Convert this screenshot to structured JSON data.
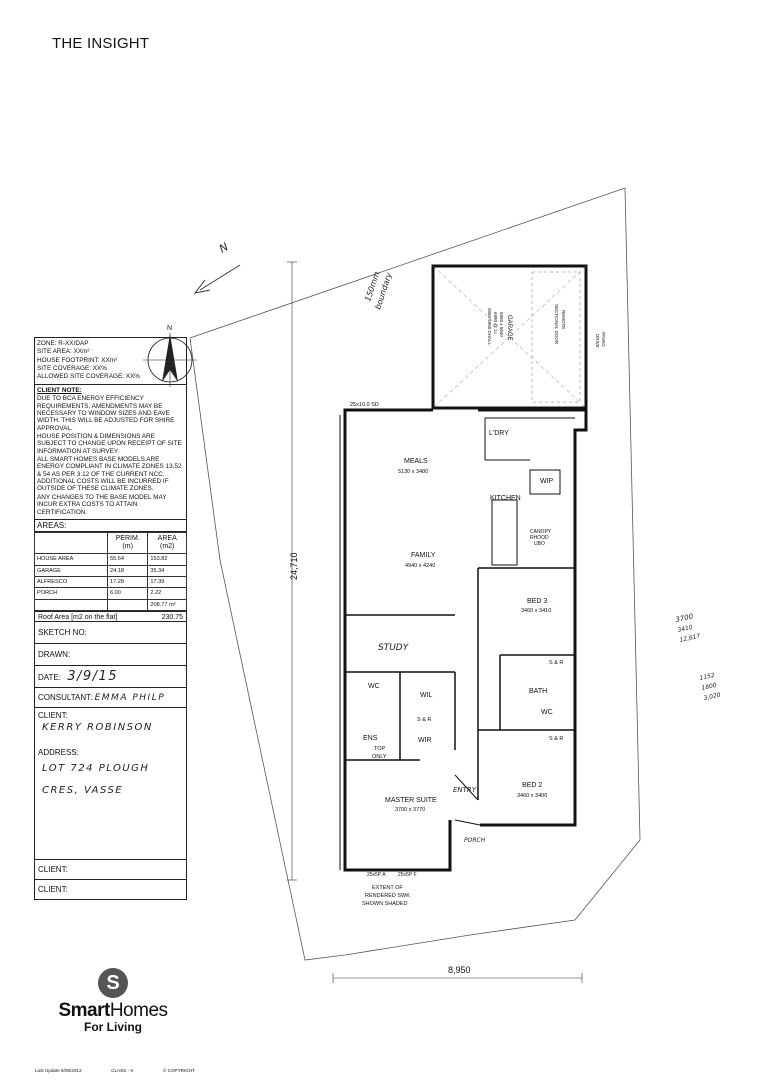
{
  "title": "THE INSIGHT",
  "panel": {
    "zone": "ZONE: R-XX/DAP",
    "site_area": "SITE AREA: XXm²",
    "house_footprint": "HOUSE FOOTPRINT: XXm²",
    "site_coverage": "SITE COVERAGE: XX%",
    "allowed_coverage": "ALLOWED SITE COVERAGE: XX%",
    "client_note_heading": "CLIENT NOTE:",
    "note_1": "DUE TO BCA ENERGY EFFICIENCY REQUIREMENTS, AMENDMENTS MAY BE NECESSARY TO WINDOW SIZES AND EAVE WIDTH. THIS WILL BE ADJUSTED FOR SHIRE APPROVAL.",
    "note_2": "HOUSE POSITION & DIMENSIONS ARE SUBJECT TO CHANGE UPON RECEIPT OF SITE INFORMATION AT SURVEY.",
    "note_3": "ALL SMART HOMES BASE MODELS ARE ENERGY COMPLIANT IN CLIMATE ZONES 13,52 & 54 AS PER 3.12 OF THE CURRENT NCC. ADDITIONAL COSTS WILL BE INCURRED IF OUTSIDE OF THESE CLIMATE ZONES.",
    "note_4": "ANY CHANGES TO THE BASE MODEL MAY INCUR EXTRA COSTS TO ATTAIN CERTIFICATION.",
    "areas_heading": "AREAS:",
    "col_perim": "PERIM. (m)",
    "col_area": "AREA (m2)",
    "rows": [
      {
        "name": "HOUSE AREA",
        "perim": "55.64",
        "area": "153.82"
      },
      {
        "name": "GARAGE",
        "perim": "24.18",
        "area": "35.34"
      },
      {
        "name": "ALFRESCO",
        "perim": "17.28",
        "area": "17.39"
      },
      {
        "name": "PORCH",
        "perim": "6.00",
        "area": "2.22"
      }
    ],
    "total": "208.77 m²",
    "roof_label": "Roof Area [m2 on the flat]",
    "roof_value": "230.75",
    "sketch_no": "SKETCH NO:",
    "drawn": "DRAWN:",
    "date_label": "DATE:",
    "date_value": "3/9/15",
    "consultant_label": "CONSULTANT:",
    "consultant_value": "EMMA PHILP",
    "client_label": "CLIENT:",
    "client_value": "KERRY ROBINSON",
    "address_label": "ADDRESS:",
    "address_line1": "LOT 724 PLOUGH",
    "address_line2": "CRES, VASSE",
    "client2_label": "CLIENT:",
    "client3_label": "CLIENT:"
  },
  "logo": {
    "mark": "S",
    "brand_bold": "Smart",
    "brand_light": "Homes",
    "tagline": "For Living"
  },
  "footer": {
    "updated": "Last Update 6/09/2013",
    "class": "CLASS - X",
    "copyright": "© COPYRIGHT"
  },
  "plan": {
    "north": "N",
    "compass_n": "N",
    "boundary_note_1": "150mm",
    "boundary_note_2": "boundary",
    "dim_depth": "24,710",
    "dim_width": "8,950",
    "garage": "GARAGE",
    "garage_dims": "5950 x 5940",
    "garage_line2": "6980 @ 1c",
    "garage_line3": "9950 6960 DHALL",
    "sectional_door_1": "REMOTE",
    "sectional_door_2": "SECTIONAL DOOR",
    "paved_drive_1": "PAVED",
    "paved_drive_2": "DRIVE",
    "window_top": "25x10.0 SD",
    "laundry": "L'DRY",
    "meals": "MEALS",
    "meals_dims": "5130 x 3480",
    "wip": "WIP",
    "kitchen": "KITCHEN",
    "canopy_1": "CANOPY",
    "canopy_2": "RHOOD",
    "canopy_3": "UBO",
    "family": "FAMILY",
    "family_dims": "4940 x 4240",
    "bed3": "BED 3",
    "bed3_dims": "3460 x 3410",
    "study": "STUDY",
    "bath": "BATH",
    "wc1": "WC",
    "wil": "WIL",
    "wc2": "WC",
    "sr1": "S & R",
    "sr2": "S & R",
    "sr3": "S & R",
    "ens": "ENS",
    "top_only_1": "TOP",
    "top_only_2": "ONLY",
    "wir": "WIR",
    "entry": "ENTRY",
    "master": "MASTER SUITE",
    "master_dims": "3700 x 3770",
    "bed2": "BED 2",
    "bed2_dims": "3460 x 3400",
    "porch": "PORCH",
    "win_a": "25x5P A",
    "win_f": "25x5P F",
    "extent_1": "EXTENT OF",
    "extent_2": "RENDERED SWK",
    "extent_3": "SHOWN SHADED",
    "hw_margin_1": "3700",
    "hw_margin_2": "3410",
    "hw_margin_3": "12,617",
    "hw_margin_4": "1152",
    "hw_margin_5": "1800",
    "hw_margin_6": "3,020"
  }
}
